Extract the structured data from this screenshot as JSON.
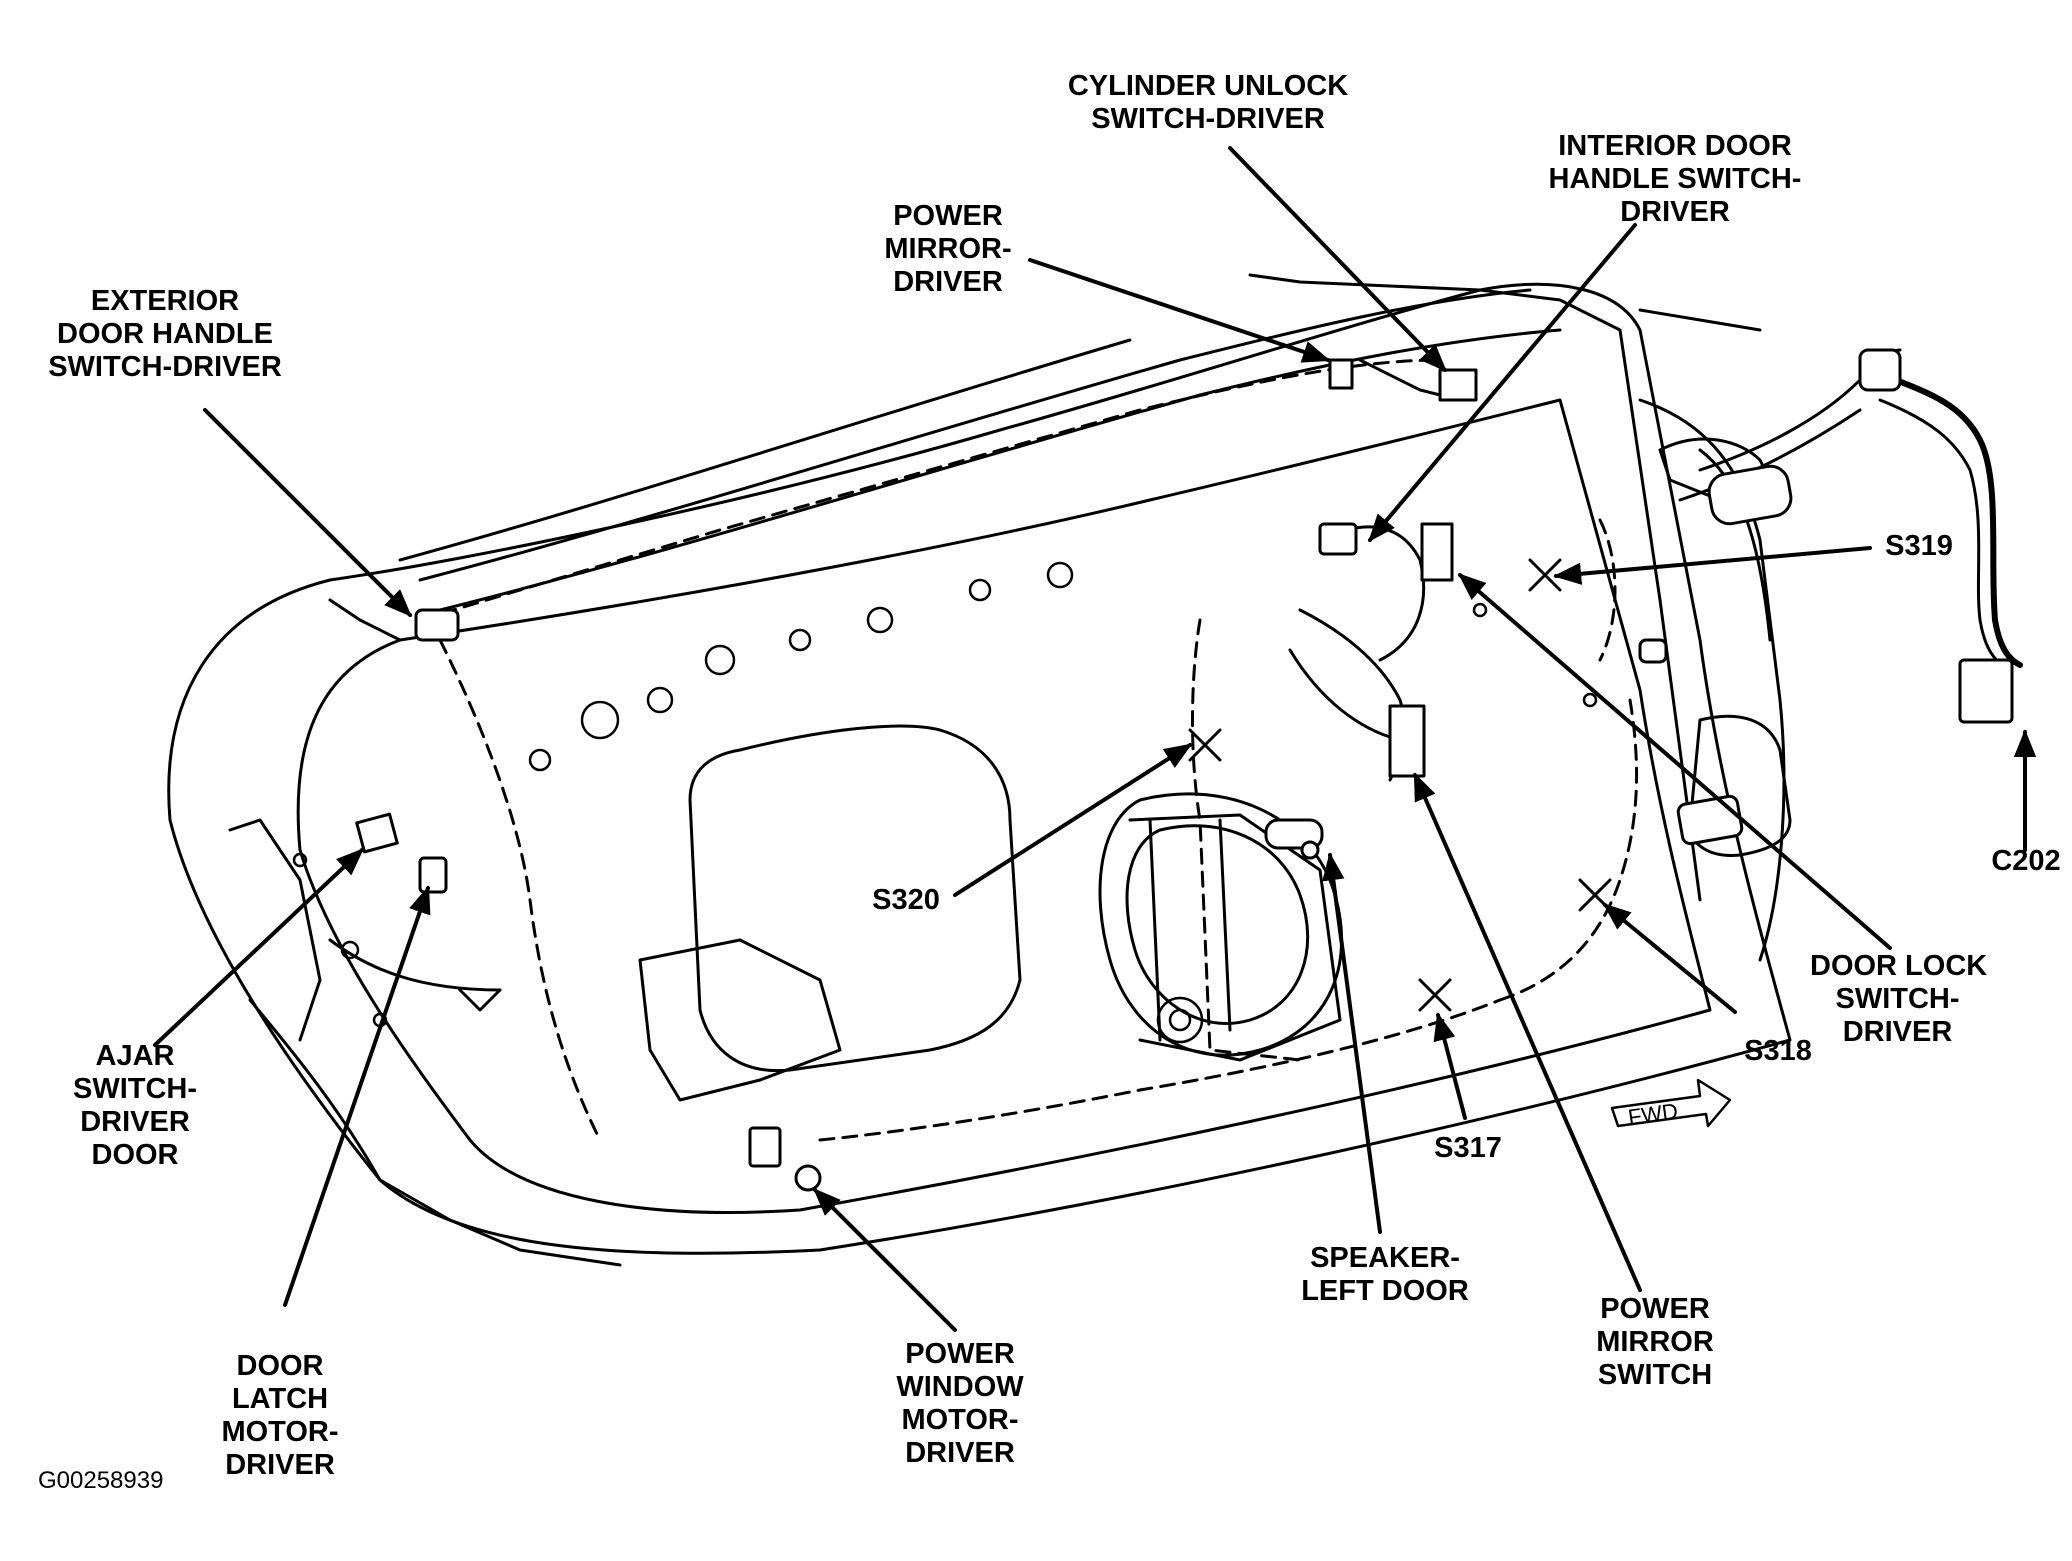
{
  "figure_id": "G00258939",
  "fwd_badge": "FWD",
  "labels": {
    "cylinder_unlock": [
      "CYLINDER UNLOCK",
      "SWITCH-DRIVER"
    ],
    "interior_handle": [
      "INTERIOR DOOR",
      "HANDLE SWITCH-",
      "DRIVER"
    ],
    "power_mirror_driver": [
      "POWER",
      "MIRROR-",
      "DRIVER"
    ],
    "exterior_handle": [
      "EXTERIOR",
      "DOOR HANDLE",
      "SWITCH-DRIVER"
    ],
    "s319": [
      "S319"
    ],
    "c202": [
      "C202"
    ],
    "s320": [
      "S320"
    ],
    "door_lock_switch": [
      "DOOR LOCK",
      "SWITCH-",
      "DRIVER"
    ],
    "s318": [
      "S318"
    ],
    "s317": [
      "S317"
    ],
    "ajar_switch": [
      "AJAR",
      "SWITCH-",
      "DRIVER",
      "DOOR"
    ],
    "door_latch_motor": [
      "DOOR",
      "LATCH",
      "MOTOR-",
      "DRIVER"
    ],
    "power_window_motor": [
      "POWER",
      "WINDOW",
      "MOTOR-",
      "DRIVER"
    ],
    "speaker": [
      "SPEAKER-",
      "LEFT DOOR"
    ],
    "power_mirror_switch": [
      "POWER",
      "MIRROR",
      "SWITCH"
    ]
  }
}
